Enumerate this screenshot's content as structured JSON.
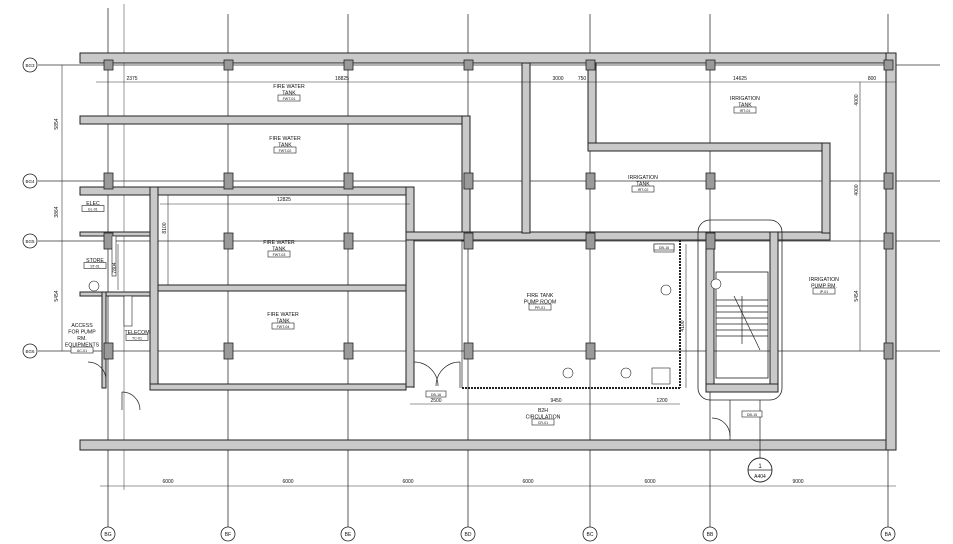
{
  "grid": {
    "vertical": [
      "BG",
      "BF",
      "BE",
      "BD",
      "BC",
      "BB",
      "BA"
    ],
    "horizontal": [
      "BG3",
      "BG4",
      "BG5",
      "BG6"
    ]
  },
  "dimensions": {
    "bottom_spans": [
      "6000",
      "6000",
      "6000",
      "6000",
      "6000",
      "9000"
    ],
    "top_row": [
      "2375",
      "18825",
      "3000",
      "750",
      "14625",
      "800"
    ],
    "inner_width": "12825",
    "pump_room_spans": [
      "2500",
      "9450",
      "1200"
    ],
    "left_side": [
      "5854",
      "3864",
      "5454"
    ],
    "mid_vertical": [
      "8100",
      "7804",
      "4100"
    ],
    "right_side": [
      "4000",
      "4000",
      "5454"
    ]
  },
  "rooms": [
    {
      "name": "FIRE WATER\nTANK",
      "tag": "FWT-01"
    },
    {
      "name": "FIRE WATER\nTANK",
      "tag": "FWT-02"
    },
    {
      "name": "FIRE WATER\nTANK",
      "tag": "FWT-03"
    },
    {
      "name": "FIRE WATER\nTANK",
      "tag": "FWT-04"
    },
    {
      "name": "IRRIGATION\nTANK",
      "tag": "IRT-01"
    },
    {
      "name": "IRRIGATION\nTANK",
      "tag": "IRT-02"
    },
    {
      "name": "ELEC",
      "tag": "EL-01"
    },
    {
      "name": "STORE",
      "tag": "ST-01"
    },
    {
      "name": "ACCESS\nFOR PUMP\nRM.\nEQUIPMENTS",
      "tag": "AC-01"
    },
    {
      "name": "TELECOM",
      "tag": "TC-01"
    },
    {
      "name": "FIRE TANK\nPUMP ROOM",
      "tag": "PR-01"
    },
    {
      "name": "IRRIGATION\nPUMP RM.",
      "tag": "IP-01"
    },
    {
      "name": "B2H\nCIRCULATION",
      "tag": "CR-01"
    }
  ],
  "section_marker": {
    "number": "1",
    "sheet": "A404"
  },
  "door_tags": [
    "DB-16",
    "DB-16",
    "DB-15"
  ]
}
